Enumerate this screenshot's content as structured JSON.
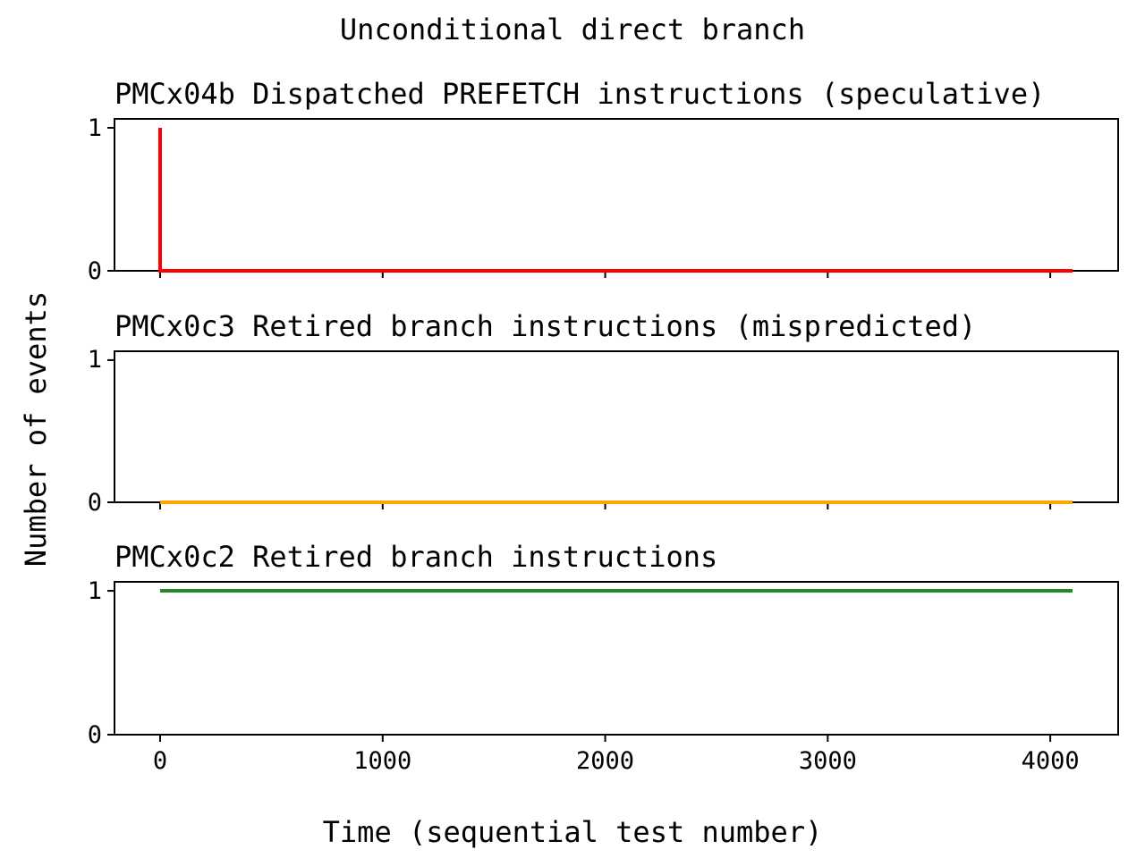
{
  "figure": {
    "title": "Unconditional direct branch",
    "xlabel": "Time (sequential test number)",
    "ylabel": "Number of events",
    "background_color": "#ffffff",
    "axis_color": "#000000",
    "xtick_labels": [
      "0",
      "1000",
      "2000",
      "3000",
      "4000"
    ],
    "xtick_values": [
      0,
      1000,
      2000,
      3000,
      4000
    ]
  },
  "chart_data": [
    {
      "type": "line",
      "title": "PMCx04b Dispatched PREFETCH instructions (speculative)",
      "xlabel": "",
      "ylabel": "",
      "xlim": [
        -205,
        4305
      ],
      "ylim": [
        0,
        1.0625
      ],
      "yticks": [
        {
          "value": 1,
          "label": "1"
        },
        {
          "value": 0,
          "label": "0"
        }
      ],
      "grid": false,
      "legend": "none",
      "series": [
        {
          "name": "PMCx04b",
          "color": "#ff0000",
          "points": [
            [
              0,
              1
            ],
            [
              0,
              0
            ],
            [
              4100,
              0
            ]
          ],
          "note": "spike to 1 at test 0, then 0 for all remaining tests up to ~4100"
        }
      ]
    },
    {
      "type": "line",
      "title": "PMCx0c3 Retired branch instructions (mispredicted)",
      "xlabel": "",
      "ylabel": "",
      "xlim": [
        -205,
        4305
      ],
      "ylim": [
        0,
        1.0625
      ],
      "yticks": [
        {
          "value": 1,
          "label": "1"
        },
        {
          "value": 0,
          "label": "0"
        }
      ],
      "grid": false,
      "legend": "none",
      "series": [
        {
          "name": "PMCx0c3",
          "color": "#ffa500",
          "points": [
            [
              0,
              0
            ],
            [
              4100,
              0
            ]
          ],
          "note": "constant 0 for all tests 0..~4100"
        }
      ]
    },
    {
      "type": "line",
      "title": "PMCx0c2 Retired branch instructions",
      "xlabel": "",
      "ylabel": "",
      "xlim": [
        -205,
        4305
      ],
      "ylim": [
        0,
        1.0625
      ],
      "yticks": [
        {
          "value": 1,
          "label": "1"
        },
        {
          "value": 0,
          "label": "0"
        }
      ],
      "grid": false,
      "legend": "none",
      "series": [
        {
          "name": "PMCx0c2",
          "color": "#228b22",
          "points": [
            [
              0,
              1
            ],
            [
              4100,
              1
            ]
          ],
          "note": "constant 1 for all tests 0..~4100"
        }
      ]
    }
  ]
}
